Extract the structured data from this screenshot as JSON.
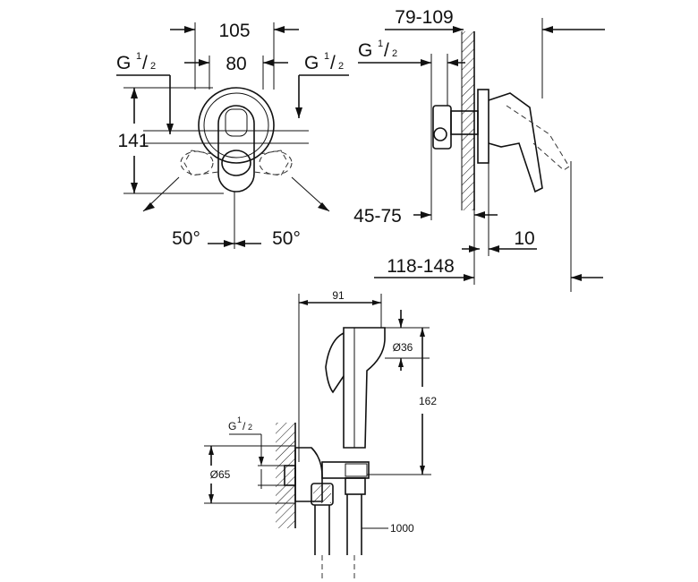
{
  "views": {
    "front": {
      "width_overall": "105",
      "width_inner": "80",
      "height": "141",
      "thread_left": {
        "base": "G",
        "num": "1",
        "den": "2"
      },
      "thread_right": {
        "base": "G",
        "num": "1",
        "den": "2"
      },
      "angle_left": "50°",
      "angle_right": "50°"
    },
    "side": {
      "depth_range": "79-109",
      "thread": {
        "base": "G",
        "num": "1",
        "den": "2"
      },
      "rough_in": "45-75",
      "wall_offset": "10",
      "total_depth": "118-148"
    },
    "bidet_spray": {
      "arm_length": "91",
      "head_diameter": "Ø36",
      "spray_height": "162",
      "thread": {
        "base": "G",
        "num": "1",
        "den": "2"
      },
      "flange_diameter": "Ø65",
      "hose_length": "1000"
    }
  },
  "colors": {
    "line": "#111111",
    "background": "#ffffff"
  }
}
